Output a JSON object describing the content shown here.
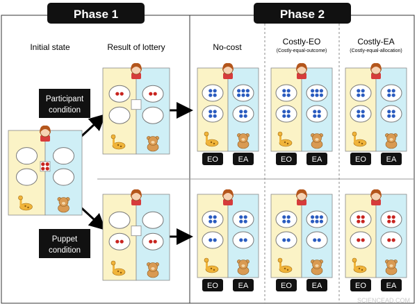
{
  "phase1": {
    "label": "Phase 1"
  },
  "phase2": {
    "label": "Phase 2"
  },
  "columns": {
    "initial_state": "Initial state",
    "result_of_lottery": "Result of lottery",
    "no_cost": "No-cost",
    "costly_eo": "Costly-EO",
    "costly_eo_sub": "(Costly-equal-outcome)",
    "costly_ea": "Costly-EA",
    "costly_ea_sub": "(Costly-equal-allocation)"
  },
  "conditions": {
    "participant": [
      "Participant",
      "condition"
    ],
    "puppet": [
      "Puppet",
      "condition"
    ]
  },
  "badges": {
    "eo": "EO",
    "ea": "EA"
  },
  "colors": {
    "left_panel": "#fbf3c6",
    "right_panel": "#cfeff6",
    "red_dot": "#c8231e",
    "blue_dot": "#2a5bbf",
    "badge_bg": "#111111",
    "phase_bg": "#111111"
  },
  "watermark": "SCIENCEAD.COM"
}
